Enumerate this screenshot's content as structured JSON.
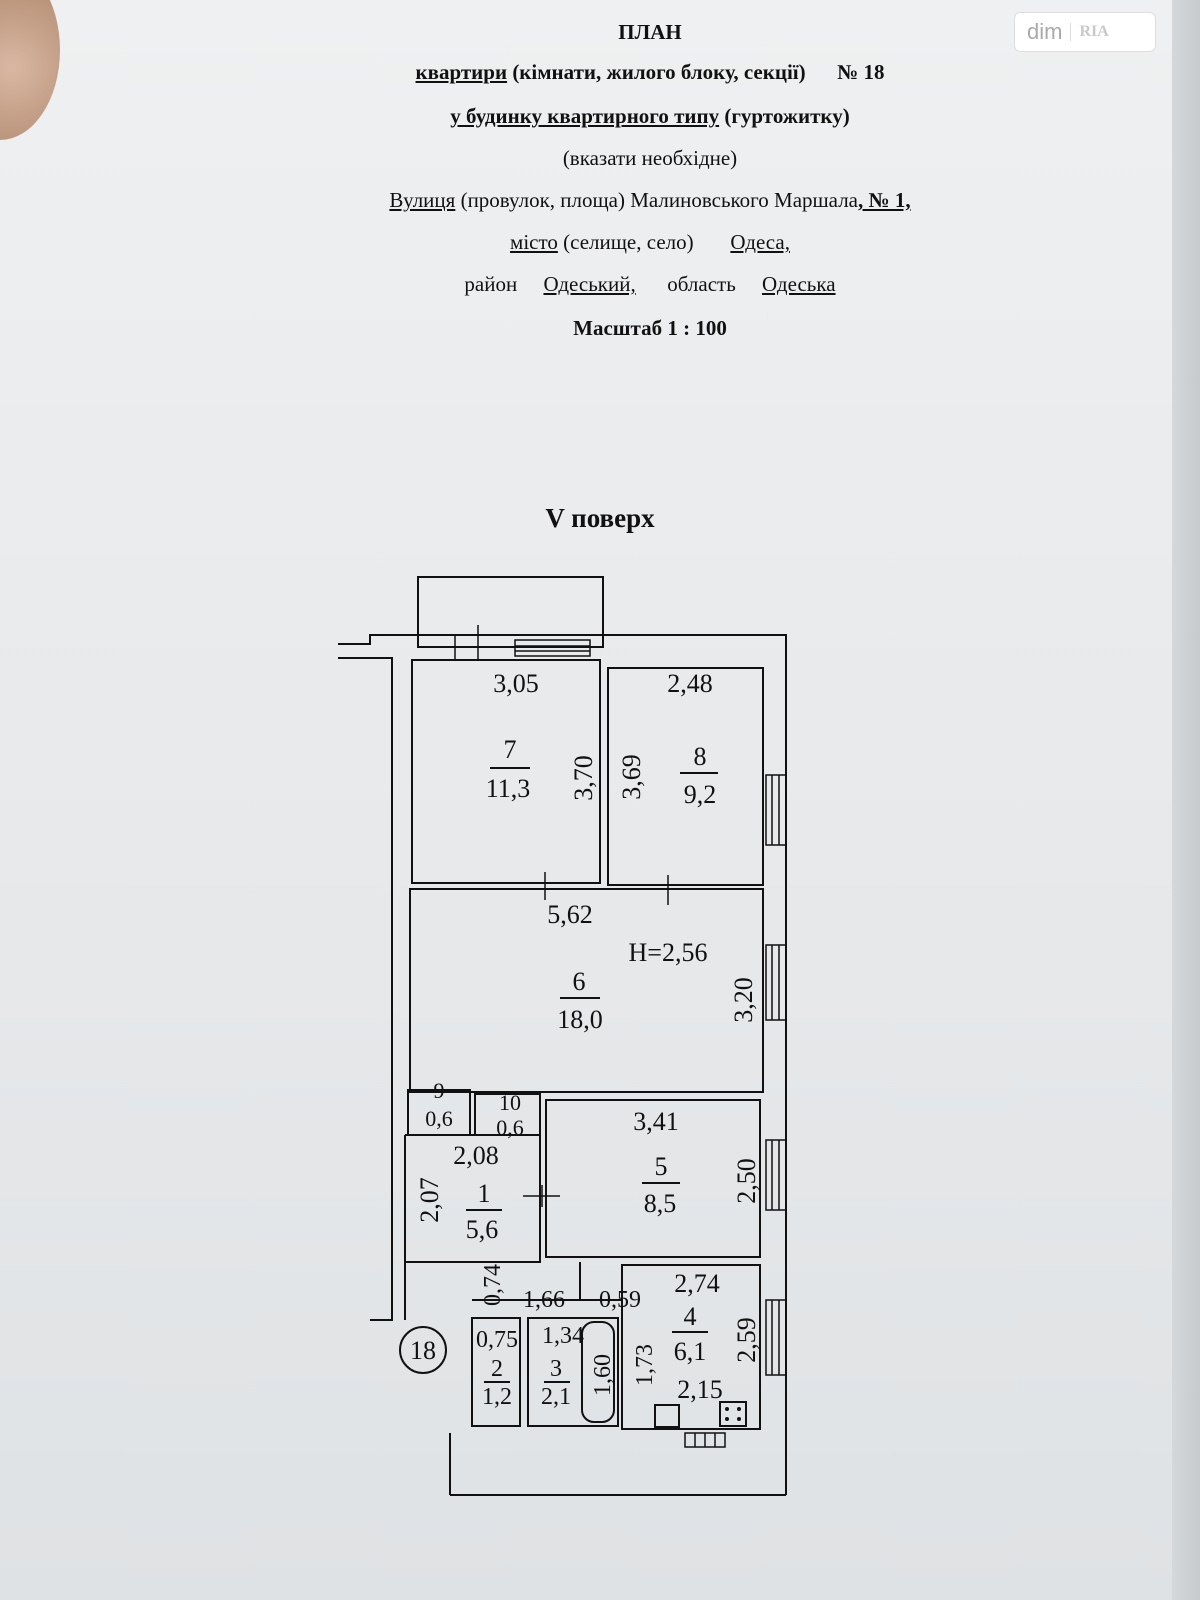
{
  "logo": {
    "brand": "dim",
    "sub": "RIA"
  },
  "header": {
    "title": "ПЛАН",
    "line1_a": "квартири",
    "line1_b": " (кімнати, жилого блоку, секції)",
    "line1_num": "№ 18",
    "line2_a": "у будинку квартирного типу",
    "line2_b": " (гуртожитку)",
    "line3": "(вказати необхідне)",
    "street_label": "Вулиця",
    "street_rest": " (провулок, площа) Малиновського Маршала",
    "street_num": ", № 1,",
    "city_label": "місто",
    "city_rest": " (селище, село)",
    "city_value": "Одеса,",
    "district_label": "район",
    "district_value": "Одеський,",
    "region_label": "область",
    "region_value": "Одеська",
    "scale": "Масштаб  1 : 100"
  },
  "floor_label": "V поверх",
  "plan": {
    "height_note": "Н=2,56",
    "apartment_no": "18",
    "rooms": [
      {
        "no": "7",
        "area": "11,3",
        "w": "3,05",
        "h": "3,70"
      },
      {
        "no": "8",
        "area": "9,2",
        "w": "2,48",
        "h": "3,69"
      },
      {
        "no": "6",
        "area": "18,0",
        "w": "5,62",
        "h": "3,20"
      },
      {
        "no": "9",
        "area": "0,6"
      },
      {
        "no": "10",
        "area": "0,6"
      },
      {
        "no": "5",
        "area": "8,5",
        "w": "3,41",
        "h": "2,50"
      },
      {
        "no": "1",
        "area": "5,6",
        "w": "2,08",
        "h": "2,07"
      },
      {
        "no": "2",
        "area": "1,2",
        "w": "0,75"
      },
      {
        "no": "3",
        "area": "2,1",
        "w": "1,34",
        "h": "1,60"
      },
      {
        "no": "4",
        "area": "6,1",
        "w": "2,74",
        "h": "2,59",
        "w2": "2,15",
        "h2": "1,73"
      }
    ],
    "dims": {
      "corr_a": "0,74",
      "corr_b": "1,66",
      "corr_c": "0,59"
    }
  }
}
